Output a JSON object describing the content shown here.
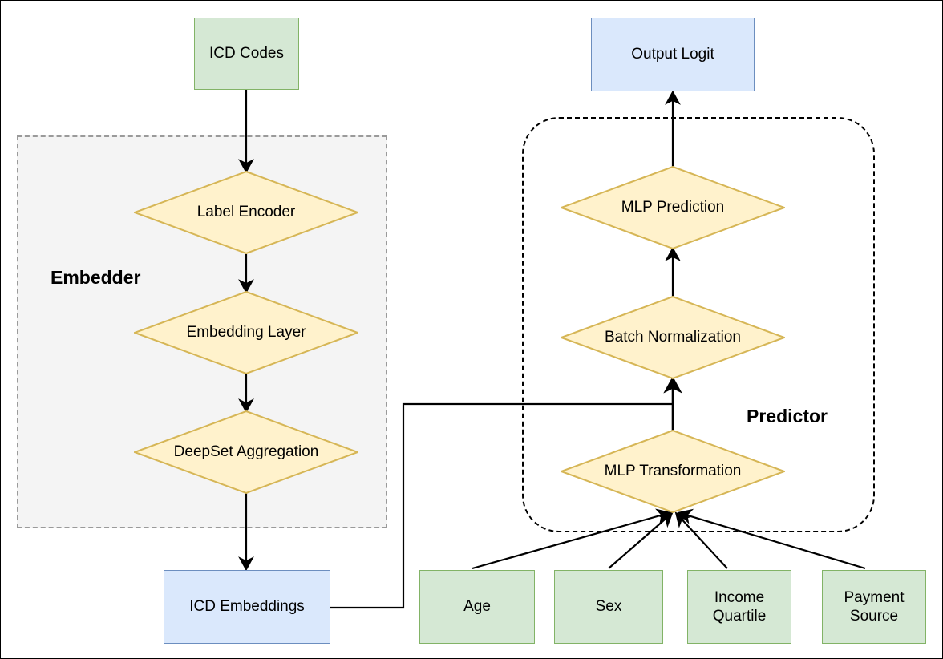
{
  "diagram": {
    "title": "Embedder-Predictor model architecture flowchart",
    "groups": [
      {
        "id": "embedder",
        "label": "Embedder",
        "style": "dashed-rect",
        "fill": "#f4f4f4",
        "stroke": "#9a9a9a"
      },
      {
        "id": "predictor",
        "label": "Predictor",
        "style": "dashed-rounded-rect",
        "fill": "none",
        "stroke": "#000000"
      }
    ],
    "nodes": [
      {
        "id": "icd-codes",
        "label": "ICD Codes",
        "shape": "rectangle",
        "fill": "#d5e8d4",
        "stroke": "#82b366"
      },
      {
        "id": "label-encoder",
        "label": "Label Encoder",
        "shape": "diamond",
        "fill": "#fff2cc",
        "stroke": "#d6b656"
      },
      {
        "id": "embedding-layer",
        "label": "Embedding Layer",
        "shape": "diamond",
        "fill": "#fff2cc",
        "stroke": "#d6b656"
      },
      {
        "id": "deepset-aggregation",
        "label": "DeepSet Aggregation",
        "shape": "diamond",
        "fill": "#fff2cc",
        "stroke": "#d6b656"
      },
      {
        "id": "icd-embeddings",
        "label": "ICD Embeddings",
        "shape": "rectangle",
        "fill": "#dae8fc",
        "stroke": "#6c8ebf"
      },
      {
        "id": "mlp-transformation",
        "label": "MLP Transformation",
        "shape": "diamond",
        "fill": "#fff2cc",
        "stroke": "#d6b656"
      },
      {
        "id": "batch-normalization",
        "label": "Batch Normalization",
        "shape": "diamond",
        "fill": "#fff2cc",
        "stroke": "#d6b656"
      },
      {
        "id": "mlp-prediction",
        "label": "MLP Prediction",
        "shape": "diamond",
        "fill": "#fff2cc",
        "stroke": "#d6b656"
      },
      {
        "id": "output-logit",
        "label": "Output Logit",
        "shape": "rectangle",
        "fill": "#dae8fc",
        "stroke": "#6c8ebf"
      },
      {
        "id": "age",
        "label": "Age",
        "shape": "rectangle",
        "fill": "#d5e8d4",
        "stroke": "#82b366"
      },
      {
        "id": "sex",
        "label": "Sex",
        "shape": "rectangle",
        "fill": "#d5e8d4",
        "stroke": "#82b366"
      },
      {
        "id": "income-quartile",
        "label": "Income\nQuartile",
        "label_line1": "Income",
        "label_line2": "Quartile",
        "shape": "rectangle",
        "fill": "#d5e8d4",
        "stroke": "#82b366"
      },
      {
        "id": "payment-source",
        "label": "Payment\nSource",
        "label_line1": "Payment",
        "label_line2": "Source",
        "shape": "rectangle",
        "fill": "#d5e8d4",
        "stroke": "#82b366"
      }
    ],
    "edges": [
      {
        "from": "icd-codes",
        "to": "label-encoder"
      },
      {
        "from": "label-encoder",
        "to": "embedding-layer"
      },
      {
        "from": "embedding-layer",
        "to": "deepset-aggregation"
      },
      {
        "from": "deepset-aggregation",
        "to": "icd-embeddings"
      },
      {
        "from": "icd-embeddings",
        "to": "batch-normalization"
      },
      {
        "from": "mlp-transformation",
        "to": "batch-normalization"
      },
      {
        "from": "batch-normalization",
        "to": "mlp-prediction"
      },
      {
        "from": "mlp-prediction",
        "to": "output-logit"
      },
      {
        "from": "age",
        "to": "mlp-transformation"
      },
      {
        "from": "sex",
        "to": "mlp-transformation"
      },
      {
        "from": "income-quartile",
        "to": "mlp-transformation"
      },
      {
        "from": "payment-source",
        "to": "mlp-transformation"
      }
    ]
  }
}
